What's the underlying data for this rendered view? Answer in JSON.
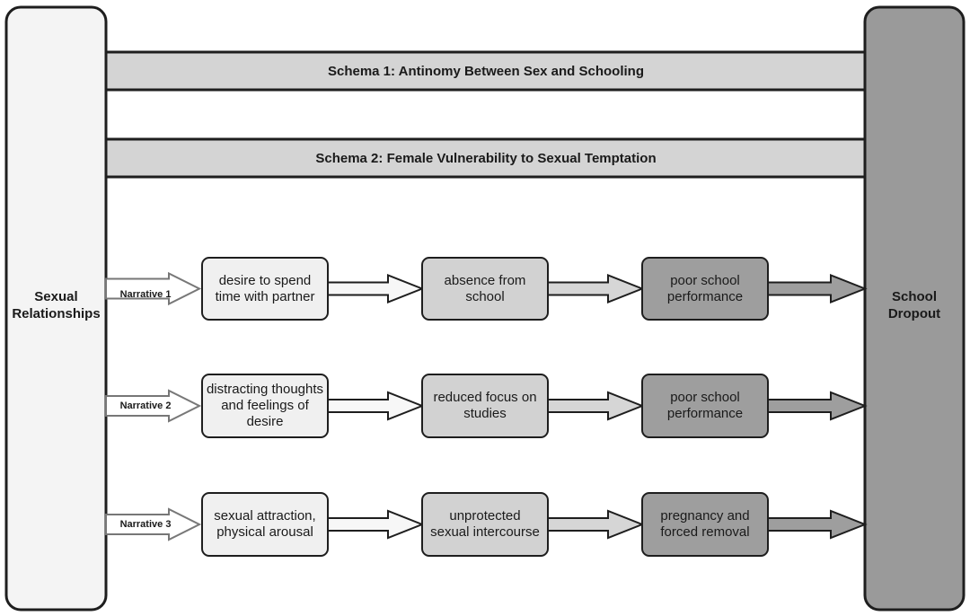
{
  "left_panel": {
    "label": "Sexual\nRelationships"
  },
  "right_panel": {
    "label": "School\nDropout"
  },
  "schemas": [
    {
      "label": "Schema 1: Antinomy Between Sex and Schooling"
    },
    {
      "label": "Schema 2: Female Vulnerability to Sexual Temptation"
    }
  ],
  "narratives": [
    {
      "label": "Narrative 1",
      "steps": [
        "desire to spend\ntime with partner",
        "absence from\nschool",
        "poor school\nperformance"
      ]
    },
    {
      "label": "Narrative 2",
      "steps": [
        "distracting thoughts\nand feelings of\ndesire",
        "reduced focus on\nstudies",
        "poor school\nperformance"
      ]
    },
    {
      "label": "Narrative 3",
      "steps": [
        "sexual attraction,\nphysical arousal",
        "unprotected\nsexual intercourse",
        "pregnancy and\nforced removal"
      ]
    }
  ],
  "colors": {
    "panel_left": "#f4f4f4",
    "panel_right": "#9a9a9a",
    "schema_bar": "#d4d4d4",
    "step1": "#f0f0f0",
    "step2": "#d2d2d2",
    "step3": "#9e9e9e",
    "arrow1": "#f7f7f7",
    "arrow2": "#d6d6d6",
    "arrow3": "#9e9e9e",
    "stroke": "#1e1e1e"
  }
}
